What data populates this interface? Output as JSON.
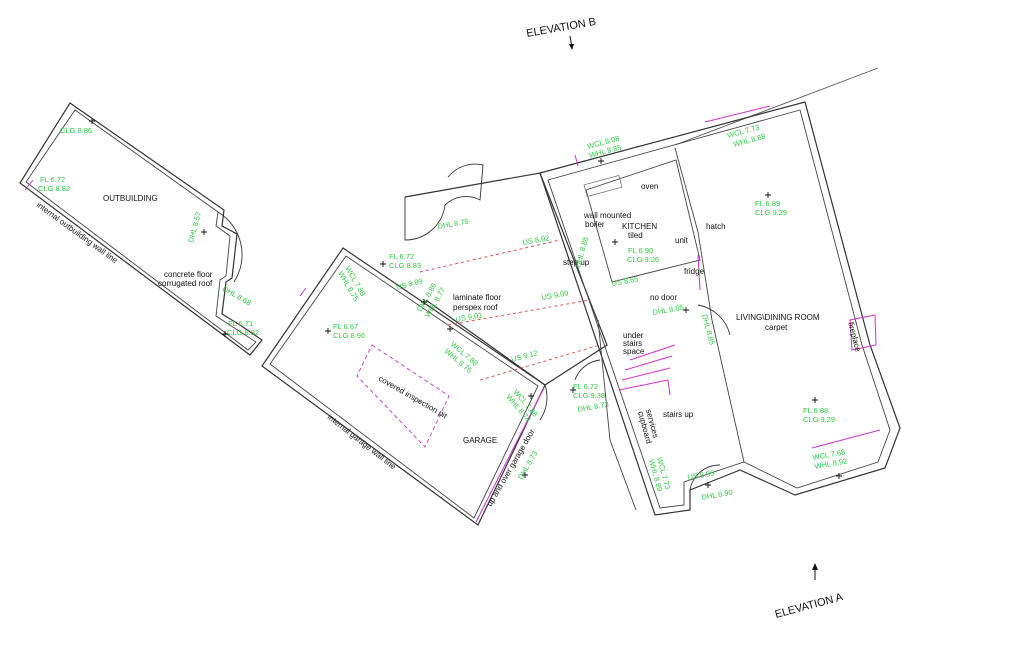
{
  "elevations": {
    "b": "ELEVATION B",
    "a": "ELEVATION A"
  },
  "rooms": {
    "outbuilding": "OUTBUILDING",
    "concrete_floor": "concrete floor",
    "corrugated_roof": "corrugated roof",
    "internal_outbuilding": "internal outbuilding wall line",
    "laminate_floor": "laminate floor",
    "perspex_roof": "perspex roof",
    "garage": "GARAGE",
    "covered_pit": "covered inspection pit",
    "internal_garage": "internal garage wall line",
    "garage_door": "up and over garage door",
    "kitchen": "KITCHEN",
    "tiled": "tiled",
    "oven": "oven",
    "wall_mounted": "wall mounted",
    "boiler": "boiler",
    "unit": "unit",
    "hatch": "hatch",
    "fridge": "fridge",
    "step_up": "step up",
    "no_door": "no door",
    "under": "under",
    "stairs": "stairs",
    "space": "space",
    "stairs_up": "stairs up",
    "services": "services",
    "cupboard": "cupboard",
    "living": "LIVING\\DINING ROOM",
    "carpet": "carpet",
    "fireplace": "fireplace"
  },
  "levels": {
    "clg_886": "CLG 8.86",
    "fl_672a": "FL 6.72",
    "clg_882a": "CLG 8.82",
    "dhl_857": "DHL 8.57",
    "dhl_868": "DHL 8.68",
    "fl_671": "FL 6.71",
    "clg_882b": "CLG 8.82",
    "dhl_875a": "DHL 8.75",
    "fl_672b": "FL 6.72",
    "clg_883": "CLG 8.83",
    "wcl_788a": "WCL 7.88",
    "whl_875a": "WHL 8.75",
    "us_889": "US 8.89",
    "dhl_886": "DHL 8.86",
    "whl_877": "WHL 8.77",
    "fl_667": "FL 6.67",
    "clg_896": "CLG 8.96",
    "us_901": "US 9.01",
    "wcl_788b": "WCL 7.88",
    "whl_875b": "WHL 8.75",
    "us_912": "US 9.12",
    "wcl_788c": "WCL 7.88",
    "whl_878": "WHL 8.78",
    "dhl_873a": "DHL 8.73",
    "us_892": "US 8.92",
    "us_900": "US 9.00",
    "dhl_888": "DHL 8.88",
    "us_885": "US 8.85",
    "fl_672c": "FL 6.72",
    "clg_938": "CLG 9.38",
    "dhl_873b": "DHL 8.73",
    "wcl_808": "WCL 8.08",
    "whl_885": "WHL 8.85",
    "fl_690": "FL 6.90",
    "clg_926": "CLG 9.26",
    "dhl_885": "DHL 8.85",
    "wcl_773": "WCL 7.73",
    "whl_888": "WHL 8.88",
    "fl_689": "FL 6.89",
    "clg_929a": "CLG 9.29",
    "dhl_885b": "DHL 8.85",
    "fl_688": "FL 6.88",
    "clg_929b": "CLG 9.29",
    "wcl_768": "WCL 7.68",
    "whl_892": "WHL 8.92",
    "wcl_773b": "WCL 7.73",
    "whl_889": "WHL 8.89",
    "us_895": "US 8.95",
    "dhl_890": "DHL 8.90"
  }
}
